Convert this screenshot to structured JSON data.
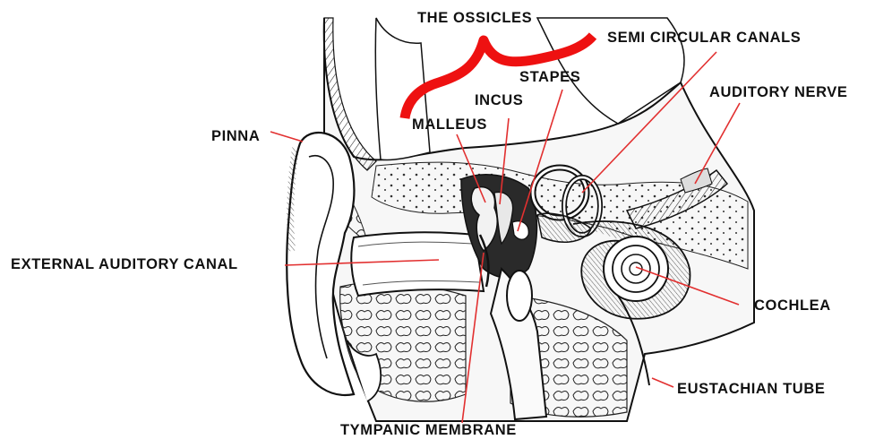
{
  "labels": {
    "ossicles": "THE OSSICLES",
    "semicircular": "SEMI CIRCULAR CANALS",
    "stapes": "STAPES",
    "incus": "INCUS",
    "auditory_nerve": "AUDITORY NERVE",
    "malleus": "MALLEUS",
    "pinna": "PINNA",
    "external_canal": "EXTERNAL AUDITORY CANAL",
    "cochlea": "COCHLEA",
    "eustachian": "EUSTACHIAN TUBE",
    "tympanic": "TYMPANIC MEMBRANE"
  },
  "colors": {
    "brace": "#ee1111",
    "leader": "#e23030",
    "ink": "#111111"
  }
}
